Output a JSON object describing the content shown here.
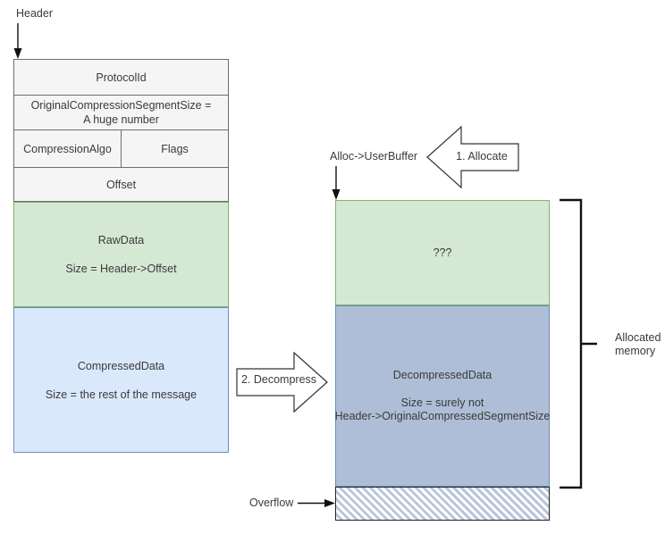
{
  "diagram": {
    "title_labels": {
      "header": "Header",
      "alloc_pointer": "Alloc->UserBuffer",
      "overflow": "Overflow",
      "allocated_memory_line1": "Allocated",
      "allocated_memory_line2": "memory"
    },
    "message_header_rows": [
      {
        "name": "protocol-id",
        "label": "ProtocolId"
      },
      {
        "name": "original-compression-segment-size",
        "label": "OriginalCompressionSegmentSize =",
        "label2": "A huge number"
      },
      {
        "name": "compression-algo",
        "label": "CompressionAlgo"
      },
      {
        "name": "flags",
        "label": "Flags"
      },
      {
        "name": "offset",
        "label": "Offset"
      }
    ],
    "message_blocks": [
      {
        "name": "raw-data",
        "title": "RawData",
        "subtitle": "Size = Header->Offset",
        "color": "#d5e8d4"
      },
      {
        "name": "compressed-data",
        "title": "CompressedData",
        "subtitle": "Size = the rest of the message",
        "color": "#dae8fc"
      }
    ],
    "memory_blocks": [
      {
        "name": "unknown-region",
        "title": "???",
        "subtitle": "",
        "subtitle2": "",
        "color": "#d5e8d4"
      },
      {
        "name": "decompressed-data",
        "title": "DecompressedData",
        "subtitle": "Size = surely not",
        "subtitle2": "Header->OriginalCompressedSegmentSize",
        "color": "#aebed6"
      },
      {
        "name": "overflow-region",
        "title": "",
        "subtitle": "",
        "subtitle2": "",
        "color": "#cfd8e8"
      }
    ],
    "steps": [
      {
        "name": "step-allocate",
        "label": "1. Allocate",
        "direction": "left"
      },
      {
        "name": "step-decompress",
        "label": "2. Decompress",
        "direction": "right"
      }
    ],
    "colors": {
      "green_fill": "#d5e8d4",
      "green_stroke": "#82b366",
      "blue_fill": "#dae8fc",
      "blue_stroke": "#6c8ebf",
      "gray_blue_fill": "#aebed6",
      "header_fill": "#f5f5f5",
      "header_stroke": "#6e6e6e",
      "text": "#3a3a3a"
    }
  }
}
